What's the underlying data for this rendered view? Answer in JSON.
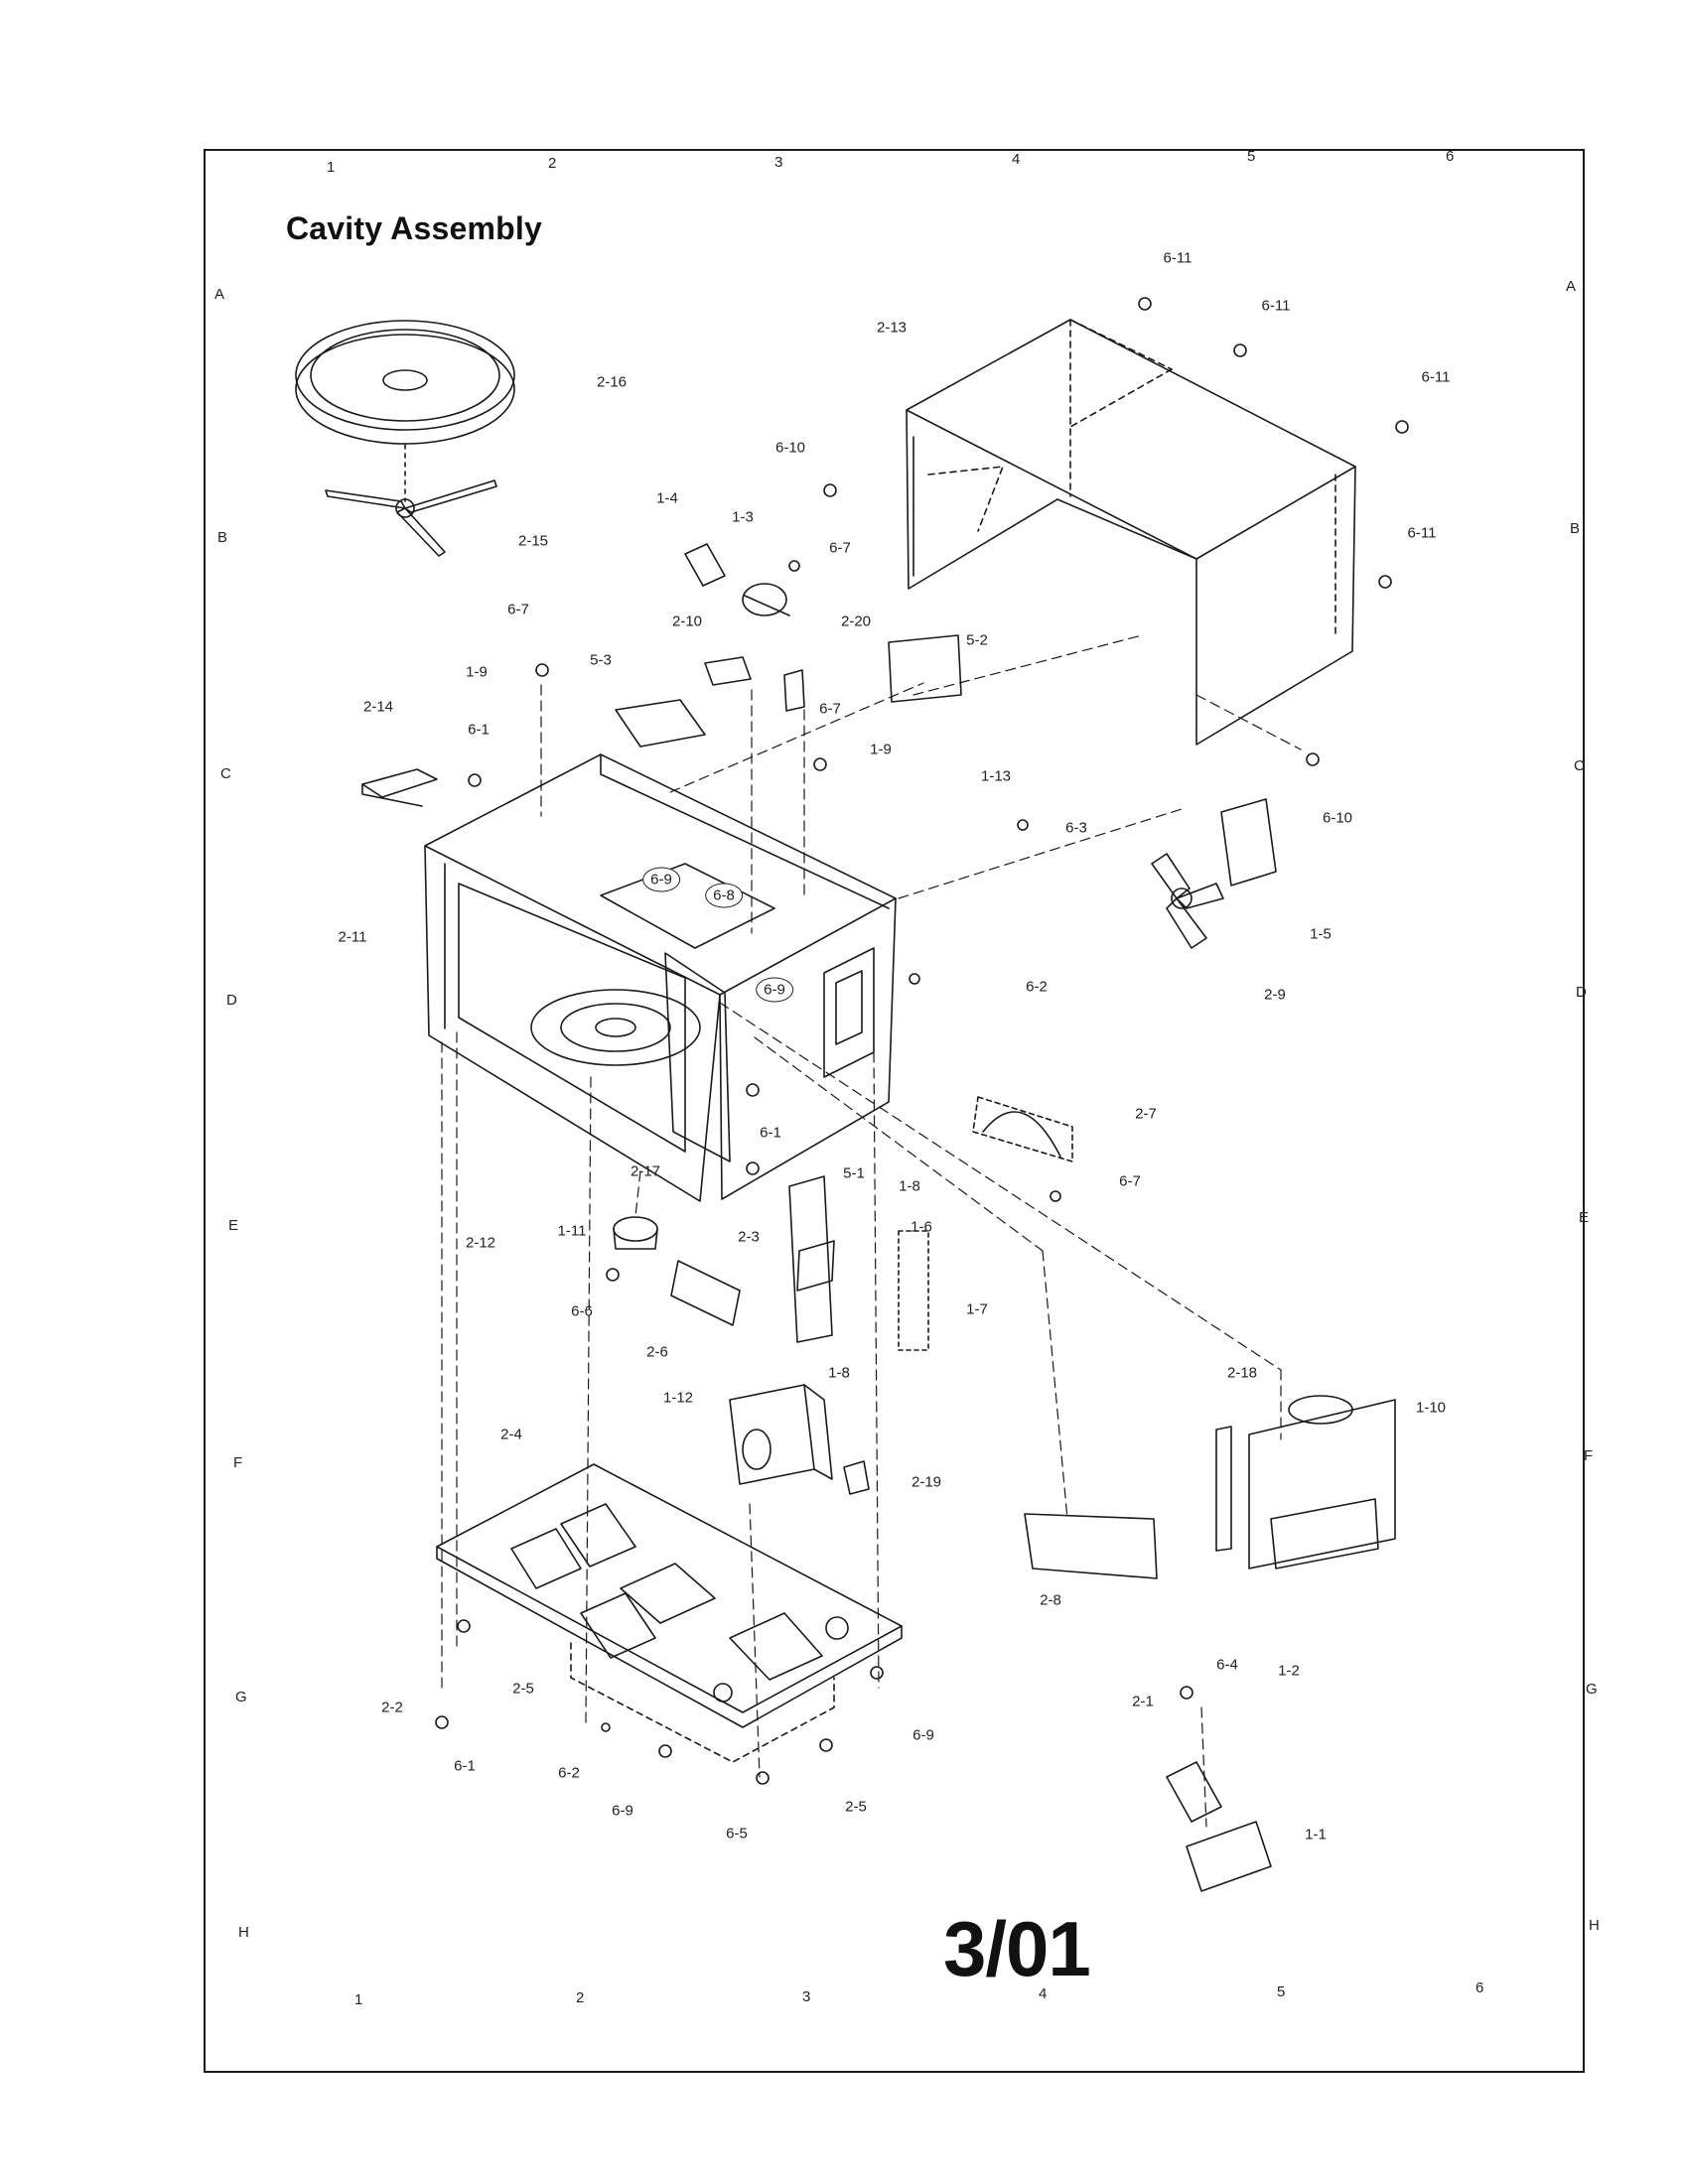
{
  "title": "Cavity Assembly",
  "page_code": "3/01",
  "grid": {
    "columns": [
      "1",
      "2",
      "3",
      "4",
      "5",
      "6"
    ],
    "rows": [
      "A",
      "B",
      "C",
      "D",
      "E",
      "F",
      "G",
      "H"
    ]
  },
  "parts": {
    "p_6_11_a": "6-11",
    "p_6_11_b": "6-11",
    "p_6_11_c": "6-11",
    "p_6_11_d": "6-11",
    "p_2_13": "2-13",
    "p_2_16": "2-16",
    "p_6_10_a": "6-10",
    "p_6_10_b": "6-10",
    "p_1_4": "1-4",
    "p_1_3": "1-3",
    "p_6_7_a": "6-7",
    "p_6_7_b": "6-7",
    "p_6_7_c": "6-7",
    "p_6_7_d": "6-7",
    "p_2_15": "2-15",
    "p_2_10": "2-10",
    "p_2_20": "2-20",
    "p_5_2": "5-2",
    "p_1_9_a": "1-9",
    "p_1_9_b": "1-9",
    "p_5_3": "5-3",
    "p_2_14": "2-14",
    "p_6_1_a": "6-1",
    "p_6_1_b": "6-1",
    "p_6_1_c": "6-1",
    "p_1_13": "1-13",
    "p_6_3": "6-3",
    "p_6_9_a": "6-9",
    "p_6_8": "6-8",
    "p_6_9_b": "6-9",
    "p_6_9_c": "6-9",
    "p_6_9_d": "6-9",
    "p_2_11": "2-11",
    "p_1_5": "1-5",
    "p_6_2_a": "6-2",
    "p_6_2_b": "6-2",
    "p_2_9": "2-9",
    "p_2_7": "2-7",
    "p_5_1": "5-1",
    "p_2_17": "2-17",
    "p_1_8_a": "1-8",
    "p_1_8_b": "1-8",
    "p_2_12": "2-12",
    "p_1_11": "1-11",
    "p_2_3": "2-3",
    "p_1_6": "1-6",
    "p_1_7": "1-7",
    "p_6_6": "6-6",
    "p_2_6": "2-6",
    "p_2_18": "2-18",
    "p_1_10": "1-10",
    "p_1_12": "1-12",
    "p_2_4": "2-4",
    "p_2_19": "2-19",
    "p_2_8": "2-8",
    "p_6_4": "6-4",
    "p_1_2": "1-2",
    "p_2_1": "2-1",
    "p_2_2": "2-2",
    "p_2_5_a": "2-5",
    "p_2_5_b": "2-5",
    "p_6_5": "6-5",
    "p_1_1": "1-1"
  }
}
